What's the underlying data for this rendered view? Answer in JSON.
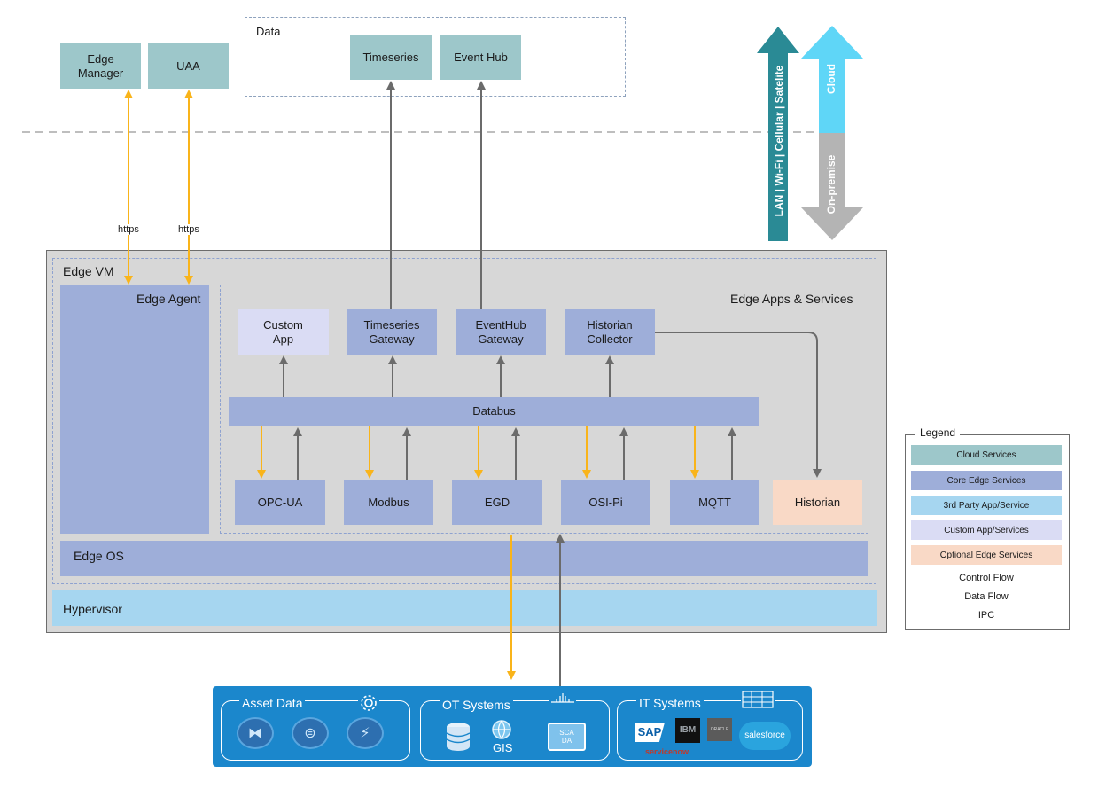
{
  "top": {
    "edge_manager": "Edge\nManager",
    "uaa": "UAA",
    "data_frame_label": "Data",
    "timeseries": "Timeseries",
    "event_hub": "Event Hub",
    "https_left": "https",
    "https_right": "https"
  },
  "side_arrows": {
    "network": "LAN | Wi-Fi | Cellular | Satelite",
    "cloud": "Cloud",
    "on_premise": "On-premise"
  },
  "edge_vm": {
    "label": "Edge VM",
    "agent": "Edge Agent",
    "apps_label": "Edge Apps & Services",
    "apps": {
      "custom_app": "Custom\nApp",
      "timeseries_gateway": "Timeseries\nGateway",
      "eventhub_gateway": "EventHub\nGateway",
      "historian_collector": "Historian\nCollector"
    },
    "databus": "Databus",
    "protocols": {
      "opcua": "OPC-UA",
      "modbus": "Modbus",
      "egd": "EGD",
      "osipi": "OSI-Pi",
      "mqtt": "MQTT"
    },
    "historian": "Historian",
    "os": "Edge OS",
    "hypervisor": "Hypervisor"
  },
  "legend": {
    "title": "Legend",
    "cloud_services": "Cloud Services",
    "core_edge_services": "Core Edge Services",
    "third_party": "3rd Party App/Service",
    "custom_app": "Custom App/Services",
    "optional_edge": "Optional Edge Services",
    "control_flow": "Control Flow",
    "data_flow": "Data Flow",
    "ipc": "IPC"
  },
  "bottom": {
    "asset_data": "Asset Data",
    "ot_systems": "OT Systems",
    "it_systems": "IT Systems",
    "gis": "GIS",
    "scada": "SCA\nDA",
    "sap": "SAP",
    "ibm": "IBM",
    "oracle": "ORACLE",
    "salesforce": "salesforce",
    "servicenow": "servicenow"
  },
  "colors": {
    "control_flow": "#f9b41a",
    "data_flow": "#6b6b6b",
    "ipc": "#7b2a52",
    "cloud_services": "#9dc7ca",
    "core_edge": "#9eaed9",
    "third_party": "#a6d6f0",
    "custom_app": "#dadcf4",
    "optional_edge": "#f9d9c6",
    "network_arrow": "#2a8a95",
    "cloud_arrow": "#5fd6f7",
    "onpremise_arrow": "#b4b4b4",
    "bottom_panel": "#1b87cc"
  }
}
